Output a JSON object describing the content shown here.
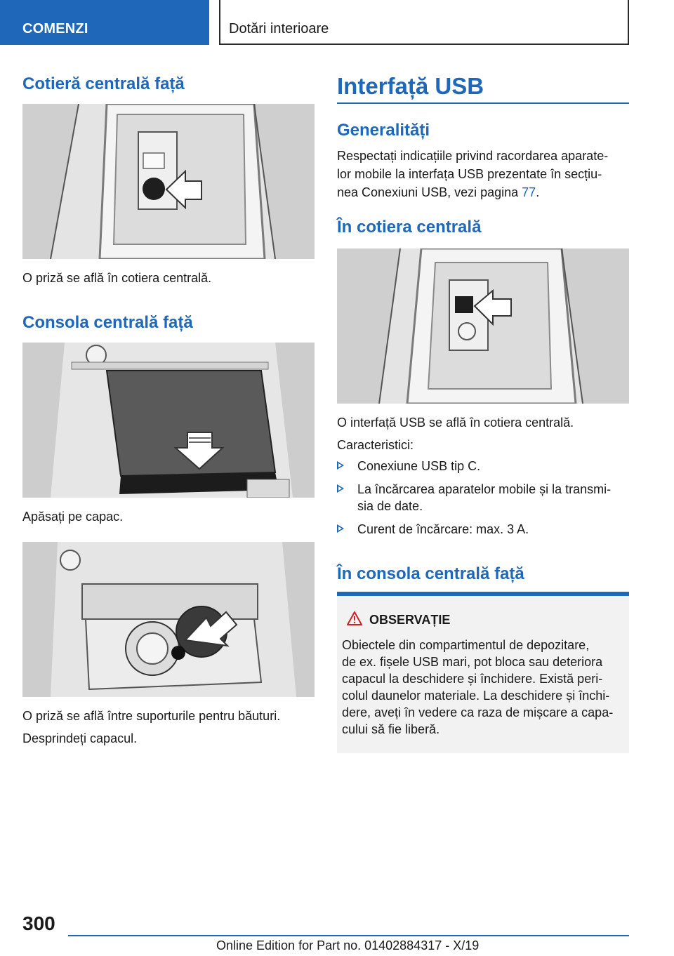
{
  "header": {
    "chapter": "COMENZI",
    "section": "Dotări interioare"
  },
  "left": {
    "h_armrest": "Cotieră centrală față",
    "caption_armrest": "O priză se află în cotiera centrală.",
    "h_console": "Consola centrală față",
    "caption_press": "Apăsați pe capac.",
    "caption_cupholder": "O priză se află între suporturile pentru băuturi.",
    "caption_detach": "Desprindeți capacul."
  },
  "right": {
    "h_usb": "Interfață USB",
    "h_general": "Generalități",
    "general_line1": "Respectați indicațiile privind racordarea aparate-",
    "general_line2": "lor mobile la interfața USB prezentate în secțiu-",
    "general_line3_pre": "nea Conexiuni USB, vezi pagina ",
    "general_link": "77",
    "general_line3_post": ".",
    "h_armrest": "În cotiera centrală",
    "caption_usb": "O interfață USB se află în cotiera centrală.",
    "features_label": "Caracteristici:",
    "features": [
      "Conexiune USB tip C.",
      "La încărcarea aparatelor mobile și la transmi-",
      "sia de date.",
      "Curent de încărcare: max. 3 A."
    ],
    "h_console": "În consola centrală față"
  },
  "notice": {
    "title": "OBSERVAȚIE",
    "lines": [
      "Obiectele din compartimentul de depozitare,",
      "de ex. fișele USB mari, pot bloca sau deteriora",
      "capacul la deschidere și închidere. Există peri-",
      "colul daunelor materiale. La deschidere și închi-",
      "dere, aveți în vedere ca raza de mișcare a capa-",
      "cului să fie liberă."
    ]
  },
  "footer": {
    "page_number": "300",
    "edition": "Online Edition for Part no. 01402884317 - X/19"
  },
  "colors": {
    "accent": "#1f67b8",
    "notice_bg": "#f2f2f2"
  },
  "icons": {
    "bullet": "triangle-bullet-icon",
    "warning": "warning-triangle-icon"
  }
}
